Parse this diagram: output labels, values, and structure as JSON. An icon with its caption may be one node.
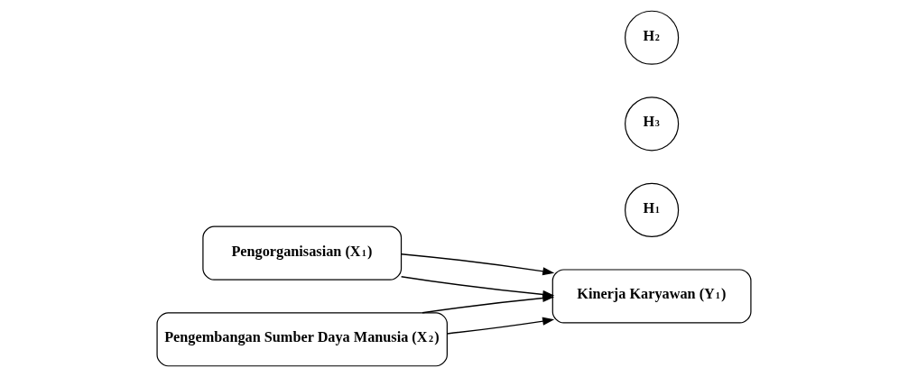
{
  "diagram": {
    "nodes": [
      {
        "text": [
          "Pengorganisasian (X$_{1}$)"
        ]
      },
      {
        "text": [
          "H$_{1}$"
        ]
      },
      {
        "text": [
          "Kinerja Karyawan (Y$_{1}$)"
        ]
      },
      {
        "text": [
          "H$_{3}$"
        ]
      },
      {
        "text": [
          "Pengembangan Sumber Daya Manusia (X$_{2}$)"
        ]
      },
      {
        "text": [
          "H$_{2}$"
        ]
      }
    ],
    "edges": [
      {
        "from": 0,
        "to": 2,
        "arrow": "to"
      },
      {
        "from": 0,
        "to": 2,
        "arrow": "to"
      },
      {
        "from": 4,
        "to": 2,
        "arrow": "to"
      },
      {
        "from": 4,
        "to": 2,
        "arrow": "to"
      }
    ]
  }
}
